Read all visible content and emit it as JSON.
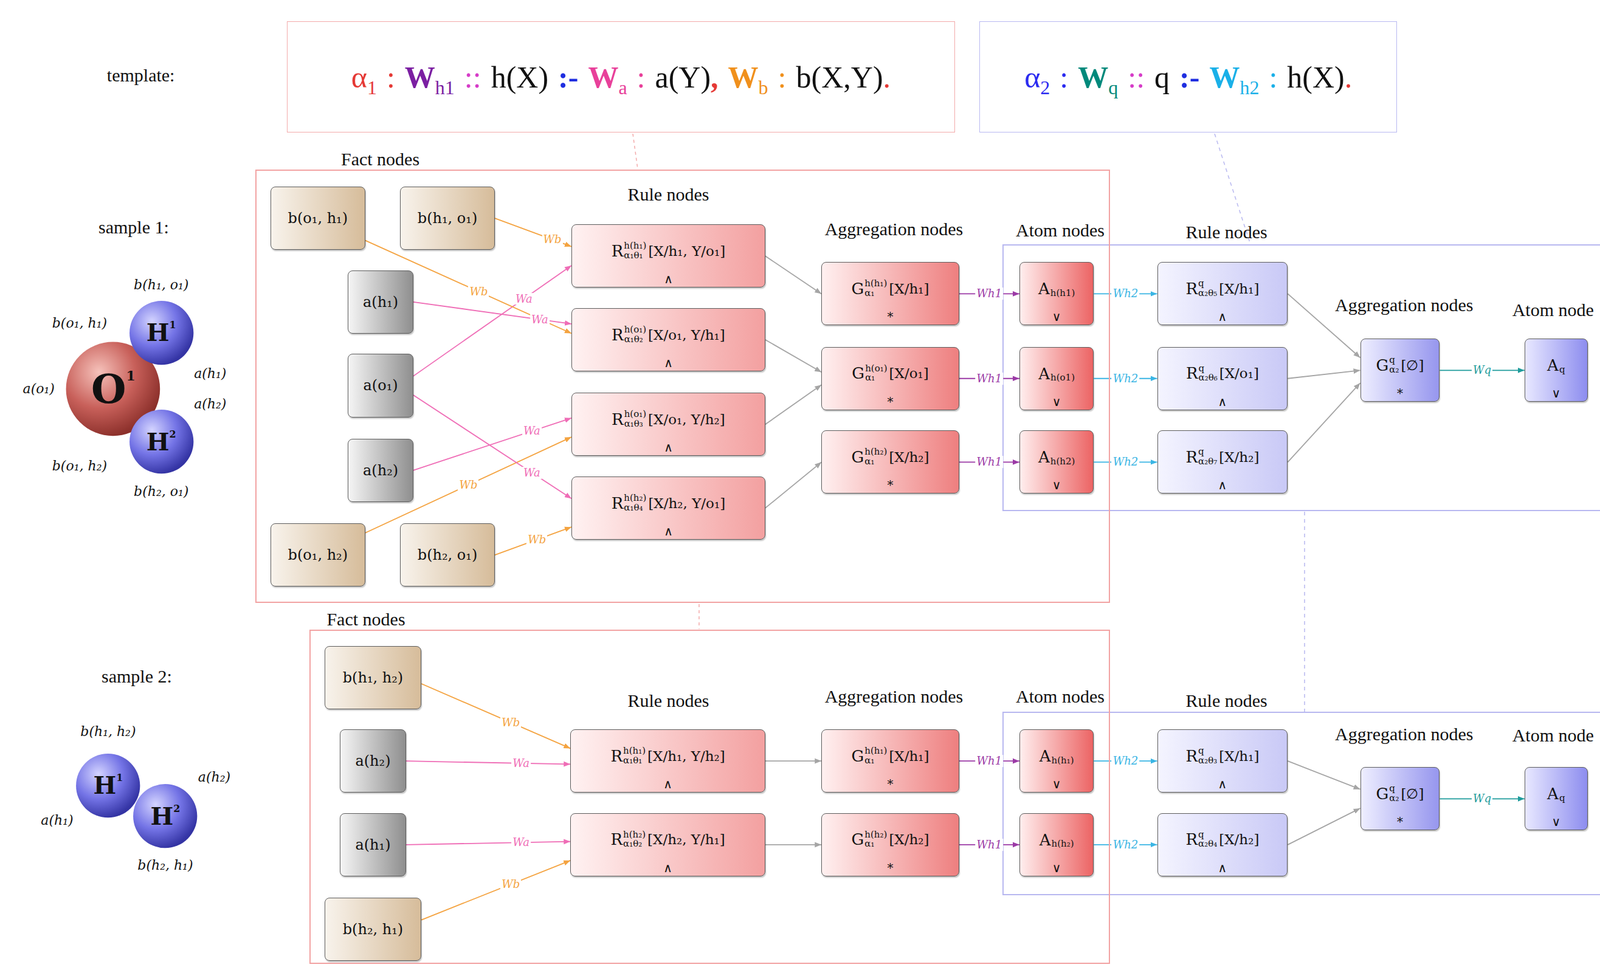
{
  "diagram": {
    "nodes": [
      {
        "text": [
          "α",
          "1",
          ":",
          "W",
          "h1",
          "::",
          "h(X)",
          ":-",
          "W",
          "a",
          ":",
          "a(Y)",
          ",",
          "W",
          "b",
          ":",
          "b(X,Y)",
          "."
        ]
      },
      {
        "text": [
          "α",
          "2",
          ":",
          "W",
          "q",
          "::",
          "q",
          ":-",
          "W",
          "h2",
          ":",
          "h(X)",
          "."
        ]
      },
      {
        "text": [
          "O",
          "1"
        ]
      },
      {
        "text": [
          "H",
          "1"
        ]
      },
      {
        "text": [
          "H",
          "2"
        ]
      },
      {
        "text": [
          "Fact nodes"
        ]
      },
      {
        "text": [
          "b(o₁, h₁)"
        ],
        "in": 5
      },
      {
        "text": [
          "b(h₁, o₁)"
        ],
        "in": 5
      },
      {
        "text": [
          "a(h₁)"
        ],
        "in": 5
      },
      {
        "text": [
          "a(o₁)"
        ],
        "in": 5
      },
      {
        "text": [
          "a(h₂)"
        ],
        "in": 5
      },
      {
        "text": [
          "b(o₁, h₂)"
        ],
        "in": 5
      },
      {
        "text": [
          "b(h₂, o₁)"
        ],
        "in": 5
      },
      {
        "text": [
          "R",
          "h(h₁)",
          "α₁θ₁",
          "[X/h₁, Y/o₁]",
          "∧"
        ],
        "in": 5
      },
      {
        "text": [
          "R",
          "h(o₁)",
          "α₁θ₂",
          "[X/o₁, Y/h₁]",
          "∧"
        ],
        "in": 5
      },
      {
        "text": [
          "R",
          "h(o₁)",
          "α₁θ₃",
          "[X/o₁, Y/h₂]",
          "∧"
        ],
        "in": 5
      },
      {
        "text": [
          "R",
          "h(h₂)",
          "α₁θ₄",
          "[X/h₂, Y/o₁]",
          "∧"
        ],
        "in": 5
      },
      {
        "text": [
          "G",
          "h(h₁)",
          "α₁",
          "[X/h₁]",
          "*"
        ],
        "in": 5
      },
      {
        "text": [
          "G",
          "h(o₁)",
          "α₁",
          "[X/o₁]",
          "*"
        ],
        "in": 5
      },
      {
        "text": [
          "G",
          "h(h₂)",
          "α₁",
          "[X/h₂]",
          "*"
        ],
        "in": 5
      },
      {
        "text": [
          "A",
          "h(h1)",
          "∨"
        ],
        "in": 5
      },
      {
        "text": [
          "A",
          "h(o1)",
          "∨"
        ],
        "in": 5
      },
      {
        "text": [
          "A",
          "h(h2)",
          "∨"
        ],
        "in": 5
      },
      {
        "text": [
          "R",
          "q",
          "α₂θ₅",
          "[X/h₁]",
          "∧"
        ]
      },
      {
        "text": [
          "R",
          "q",
          "α₂θ₆",
          "[X/o₁]",
          "∧"
        ]
      },
      {
        "text": [
          "R",
          "q",
          "α₂θ₇",
          "[X/h₂]",
          "∧"
        ]
      },
      {
        "text": [
          "G",
          "q",
          "α₂",
          "[∅]",
          "*"
        ]
      },
      {
        "text": [
          "A",
          "q",
          "∨"
        ]
      },
      {
        "text": [
          "H",
          "1"
        ]
      },
      {
        "text": [
          "H",
          "2"
        ]
      },
      {
        "text": [
          "Fact nodes"
        ]
      },
      {
        "text": [
          "b(h₁, h₂)"
        ],
        "in": 30
      },
      {
        "text": [
          "a(h₂)"
        ],
        "in": 30
      },
      {
        "text": [
          "a(h₁)"
        ],
        "in": 30
      },
      {
        "text": [
          "b(h₂, h₁)"
        ],
        "in": 30
      },
      {
        "text": [
          "R",
          "h(h₁)",
          "α₁θ₁",
          "[X/h₁, Y/h₂]",
          "∧"
        ],
        "in": 30
      },
      {
        "text": [
          "R",
          "h(h₂)",
          "α₁θ₂",
          "[X/h₂, Y/h₁]",
          "∧"
        ],
        "in": 30
      },
      {
        "text": [
          "G",
          "h(h₁)",
          "α₁",
          "[X/h₁]",
          "*"
        ],
        "in": 30
      },
      {
        "text": [
          "G",
          "h(h₂)",
          "α₁",
          "[X/h₂]",
          "*"
        ],
        "in": 30
      },
      {
        "text": [
          "A",
          "h(h₁)",
          "∨"
        ],
        "in": 30
      },
      {
        "text": [
          "A",
          "h(h₂)",
          "∨"
        ],
        "in": 30
      },
      {
        "text": [
          "R",
          "q",
          "α₂θ₃",
          "[X/h₁]",
          "∧"
        ]
      },
      {
        "text": [
          "R",
          "q",
          "α₂θ₄",
          "[X/h₂]",
          "∧"
        ]
      },
      {
        "text": [
          "G",
          "q",
          "α₂",
          "[∅]",
          "*"
        ]
      },
      {
        "text": [
          "A",
          "q",
          "∨"
        ]
      }
    ],
    "edges": [
      {
        "from": 7,
        "to": 13,
        "arrow": "to",
        "label": "Wb"
      },
      {
        "from": 9,
        "to": 13,
        "arrow": "to",
        "label": "Wa"
      },
      {
        "from": 6,
        "to": 14,
        "arrow": "to",
        "label": "Wb"
      },
      {
        "from": 8,
        "to": 14,
        "arrow": "to",
        "label": "Wa"
      },
      {
        "from": 10,
        "to": 15,
        "arrow": "to",
        "label": "Wa"
      },
      {
        "from": 11,
        "to": 15,
        "arrow": "to",
        "label": "Wb"
      },
      {
        "from": 9,
        "to": 16,
        "arrow": "to",
        "label": "Wa"
      },
      {
        "from": 12,
        "to": 16,
        "arrow": "to",
        "label": "Wb"
      },
      {
        "from": 13,
        "to": 17,
        "arrow": "to"
      },
      {
        "from": 14,
        "to": 18,
        "arrow": "to"
      },
      {
        "from": 15,
        "to": 18,
        "arrow": "to"
      },
      {
        "from": 16,
        "to": 19,
        "arrow": "to"
      },
      {
        "from": 17,
        "to": 20,
        "arrow": "to",
        "label": "Wh1"
      },
      {
        "from": 18,
        "to": 21,
        "arrow": "to",
        "label": "Wh1"
      },
      {
        "from": 19,
        "to": 22,
        "arrow": "to",
        "label": "Wh1"
      },
      {
        "from": 20,
        "to": 23,
        "arrow": "to",
        "label": "Wh2"
      },
      {
        "from": 21,
        "to": 24,
        "arrow": "to",
        "label": "Wh2"
      },
      {
        "from": 22,
        "to": 25,
        "arrow": "to",
        "label": "Wh2"
      },
      {
        "from": 23,
        "to": 26,
        "arrow": "to"
      },
      {
        "from": 24,
        "to": 26,
        "arrow": "to"
      },
      {
        "from": 25,
        "to": 26,
        "arrow": "to"
      },
      {
        "from": 26,
        "to": 27,
        "arrow": "to",
        "label": "Wq"
      },
      {
        "from": 31,
        "to": 35,
        "arrow": "to",
        "label": "Wb"
      },
      {
        "from": 32,
        "to": 35,
        "arrow": "to",
        "label": "Wa"
      },
      {
        "from": 33,
        "to": 36,
        "arrow": "to",
        "label": "Wa"
      },
      {
        "from": 34,
        "to": 36,
        "arrow": "to",
        "label": "Wb"
      },
      {
        "from": 35,
        "to": 37,
        "arrow": "to"
      },
      {
        "from": 36,
        "to": 38,
        "arrow": "to"
      },
      {
        "from": 37,
        "to": 39,
        "arrow": "to",
        "label": "Wh1"
      },
      {
        "from": 38,
        "to": 40,
        "arrow": "to",
        "label": "Wh1"
      },
      {
        "from": 39,
        "to": 41,
        "arrow": "to",
        "label": "Wh2"
      },
      {
        "from": 40,
        "to": 42,
        "arrow": "to",
        "label": "Wh2"
      },
      {
        "from": 41,
        "to": 43,
        "arrow": "to"
      },
      {
        "from": 42,
        "to": 43,
        "arrow": "to"
      },
      {
        "from": 43,
        "to": 44,
        "arrow": "to",
        "label": "Wq"
      }
    ],
    "labels": [
      "template:",
      "sample 1:",
      "sample 2:",
      "b(h₁, o₁)",
      "b(o₁, h₁)",
      "a(o₁)",
      "a(h₁)",
      "a(h₂)",
      "b(o₁, h₂)",
      "b(h₂, o₁)",
      "Rule nodes",
      "Aggregation nodes",
      "Atom nodes",
      "Rule nodes",
      "Aggregation nodes",
      "Atom node",
      "b(h₁, h₂)",
      "a(h₂)",
      "a(h₁)",
      "b(h₂, h₁)",
      "Rule nodes",
      "Aggregation nodes",
      "Atom nodes",
      "Rule nodes",
      "Aggregation nodes",
      "Atom node"
    ]
  }
}
